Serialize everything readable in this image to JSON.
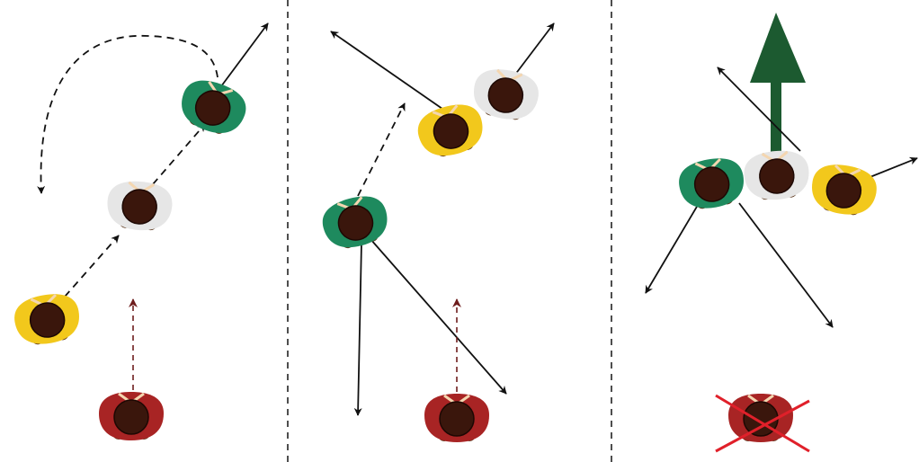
{
  "diagram": {
    "panels": [
      {
        "id": "panel-1",
        "people": [
          {
            "shirt": "green",
            "role": "leader"
          },
          {
            "shirt": "white",
            "role": "follower"
          },
          {
            "shirt": "yellow",
            "role": "follower"
          },
          {
            "shirt": "red",
            "role": "observer"
          }
        ],
        "paths": [
          "dashed-chain-yellow-white-green",
          "dashed-loop-arc",
          "red-dashed-forward"
        ],
        "arrows": [
          "green-heading-up-right"
        ]
      },
      {
        "id": "panel-2",
        "people": [
          {
            "shirt": "white",
            "role": "member"
          },
          {
            "shirt": "yellow",
            "role": "member"
          },
          {
            "shirt": "green",
            "role": "approaching"
          },
          {
            "shirt": "red",
            "role": "observer"
          }
        ],
        "paths": [
          "dashed-green-to-yellow",
          "red-dashed-forward"
        ],
        "arrows": [
          "white-heading-up-right",
          "yellow-heading-up-left",
          "green-heading-down",
          "green-heading-down-right"
        ]
      },
      {
        "id": "panel-3",
        "people": [
          {
            "shirt": "green",
            "role": "group"
          },
          {
            "shirt": "white",
            "role": "group"
          },
          {
            "shirt": "yellow",
            "role": "group"
          },
          {
            "shirt": "red",
            "role": "crossed-out"
          }
        ],
        "arrows": [
          "group-heading-up-big",
          "up-left",
          "right",
          "down-left",
          "down-right"
        ],
        "cross_mark": true
      }
    ],
    "colors": {
      "green_shirt": "#1e8a5e",
      "white_shirt": "#e6e6e6",
      "yellow_shirt": "#f2c81c",
      "red_shirt": "#a82424",
      "hair": "#3a160c",
      "skin": "#8a4a22",
      "big_arrow": "#1c5a30",
      "red_path": "#6e1d1d",
      "cross": "#e0202a",
      "line": "#111111"
    }
  }
}
